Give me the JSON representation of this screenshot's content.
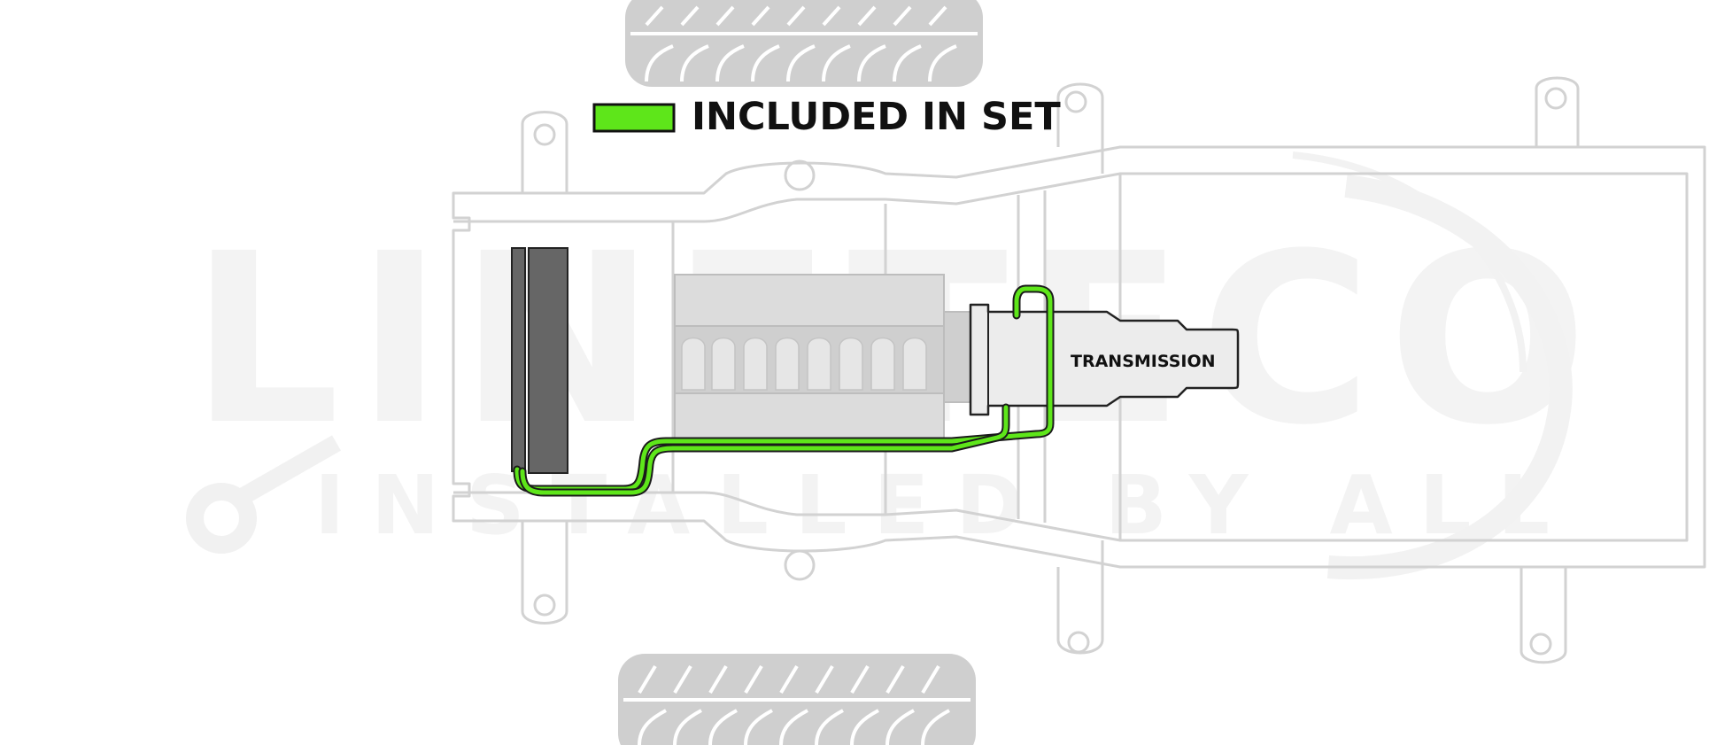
{
  "legend": {
    "label": "INCLUDED IN SET",
    "swatch_color": "#5ee61a"
  },
  "labels": {
    "transmission": "TRANSMISSION"
  },
  "watermark": {
    "brand": "LINETECO",
    "tagline": "INSTALLED BY ALL"
  },
  "colors": {
    "line_green": "#5ee61a",
    "frame_gray": "#cfcfcf",
    "cooler_dark": "#666666"
  }
}
